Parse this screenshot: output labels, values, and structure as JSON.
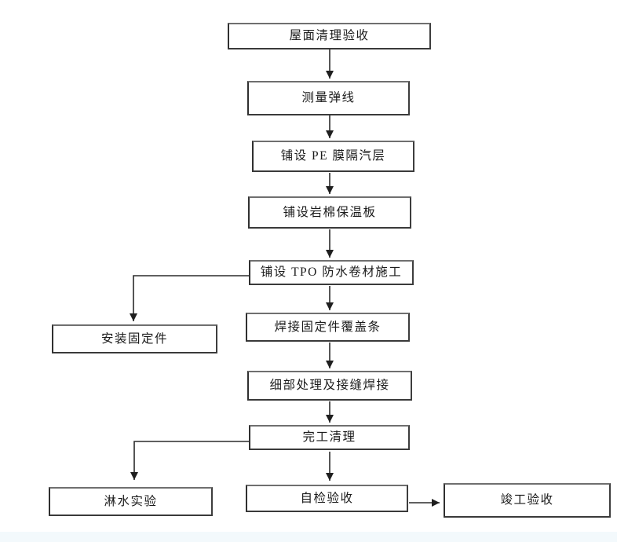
{
  "diagram": {
    "type": "flowchart",
    "background": "#ffffff",
    "bottom_tint_color": "#f3f9fc",
    "box_fill": "#ffffff",
    "box_border_color": "#4a4a4a",
    "line_color": "#2b2b2b",
    "text_color": "#1b1b1b",
    "nodes": [
      {
        "id": "roof-cleaning-acceptance",
        "label": "屋面清理验收"
      },
      {
        "id": "measure-snap-line",
        "label": "测量弹线"
      },
      {
        "id": "lay-pe-film",
        "label": "铺设 PE 膜隔汽层"
      },
      {
        "id": "lay-rock-wool",
        "label": "铺设岩棉保温板"
      },
      {
        "id": "lay-tpo-membrane",
        "label": "铺设 TPO 防水卷材施工"
      },
      {
        "id": "weld-cover-strip",
        "label": "焊接固定件覆盖条"
      },
      {
        "id": "detail-seam-welding",
        "label": "细部处理及接缝焊接"
      },
      {
        "id": "completion-cleaning",
        "label": "完工清理"
      },
      {
        "id": "self-inspection",
        "label": "自检验收"
      },
      {
        "id": "final-acceptance",
        "label": "竣工验收"
      },
      {
        "id": "install-fasteners",
        "label": "安装固定件"
      },
      {
        "id": "water-spray-test",
        "label": "淋水实验"
      }
    ],
    "edges": [
      {
        "from": "roof-cleaning-acceptance",
        "to": "measure-snap-line"
      },
      {
        "from": "measure-snap-line",
        "to": "lay-pe-film"
      },
      {
        "from": "lay-pe-film",
        "to": "lay-rock-wool"
      },
      {
        "from": "lay-rock-wool",
        "to": "lay-tpo-membrane"
      },
      {
        "from": "lay-tpo-membrane",
        "to": "weld-cover-strip"
      },
      {
        "from": "lay-tpo-membrane",
        "to": "install-fasteners"
      },
      {
        "from": "weld-cover-strip",
        "to": "detail-seam-welding"
      },
      {
        "from": "detail-seam-welding",
        "to": "completion-cleaning"
      },
      {
        "from": "completion-cleaning",
        "to": "self-inspection"
      },
      {
        "from": "completion-cleaning",
        "to": "water-spray-test"
      },
      {
        "from": "self-inspection",
        "to": "final-acceptance"
      }
    ]
  }
}
